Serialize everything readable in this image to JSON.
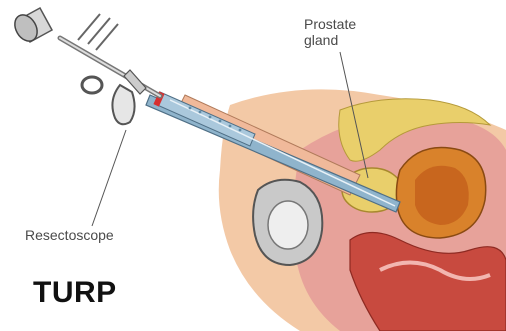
{
  "title": "TURP",
  "labels": {
    "prostate_line1": "Prostate",
    "prostate_line2": "gland",
    "resectoscope": "Resectoscope"
  },
  "colors": {
    "skin": "#f3c9a6",
    "tissue_pink": "#e7a29a",
    "muscle_red": "#c84a3f",
    "bladder_orange": "#d9822b",
    "prostate_yellow": "#e9cf6b",
    "instrument_blue": "#8fb4cc",
    "outline": "#555555"
  },
  "icons": [
    "resectoscope-instrument-icon",
    "pelvic-anatomy-illustration"
  ]
}
